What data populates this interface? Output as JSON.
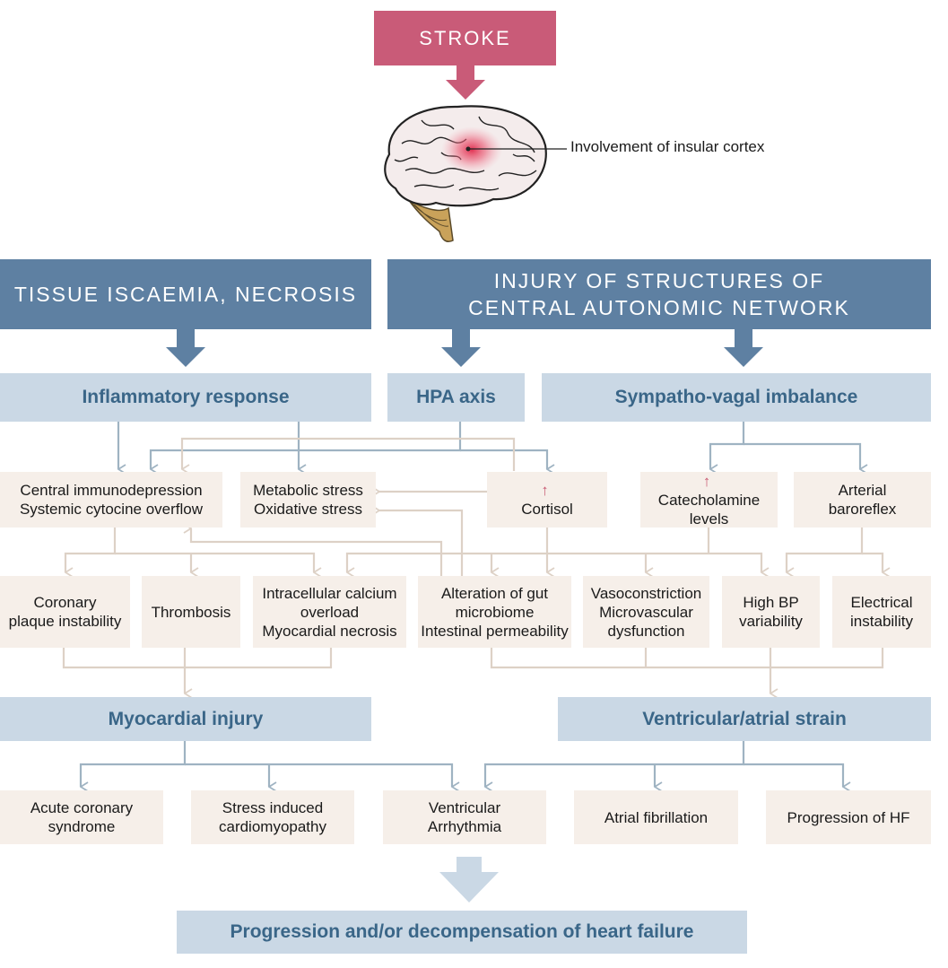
{
  "stroke": "STROKE",
  "brain": {
    "annotation": "Involvement of insular cortex"
  },
  "headers": {
    "tissue": "TISSUE ISCAEMIA, NECROSIS",
    "autonomic": [
      "INJURY OF STRUCTURES OF",
      "CENTRAL AUTONOMIC NETWORK"
    ]
  },
  "mechanisms": {
    "inflammatory": "Inflammatory response",
    "hpa": "HPA axis",
    "sympatho": "Sympatho-vagal imbalance"
  },
  "row1": {
    "immuno": [
      "Central immunodepression",
      "Systemic cytocine overflow"
    ],
    "metabolic": [
      "Metabolic stress",
      "Oxidative stress"
    ],
    "cortisol": "Cortisol",
    "catecholamine": [
      "Catecholamine",
      "levels"
    ],
    "baroreflex": [
      "Arterial",
      "baroreflex"
    ]
  },
  "row2": {
    "coronary": [
      "Coronary",
      "plaque instability"
    ],
    "thrombosis": "Thrombosis",
    "calcium": [
      "Intracellular calcium",
      "overload",
      "Myocardial necrosis"
    ],
    "gut": [
      "Alteration of gut",
      "microbiome",
      "Intestinal permeability"
    ],
    "vaso": [
      "Vasoconstriction",
      "Microvascular",
      "dysfunction"
    ],
    "bp": [
      "High BP",
      "variability"
    ],
    "electrical": [
      "Electrical",
      "instability"
    ]
  },
  "outcomes": {
    "myocardial": "Myocardial injury",
    "strain": "Ventricular/atrial strain"
  },
  "row3": {
    "acs": [
      "Acute coronary",
      "syndrome"
    ],
    "stress_cm": [
      "Stress induced",
      "cardiomyopathy"
    ],
    "arrhythmia": [
      "Ventricular",
      "Arrhythmia"
    ],
    "af": "Atrial fibrillation",
    "hf": "Progression of HF"
  },
  "final": "Progression and/or decompensation of heart failure",
  "symbols": {
    "up_arrow": "↑"
  },
  "colors": {
    "stroke": "#c95b78",
    "dark_blue": "#5e80a2",
    "light_blue": "#cad8e5",
    "beige": "#f6efe9",
    "blue_text": "#3a6688",
    "connector_blue": "#9fb3c2",
    "connector_beige": "#ddd1c6"
  }
}
